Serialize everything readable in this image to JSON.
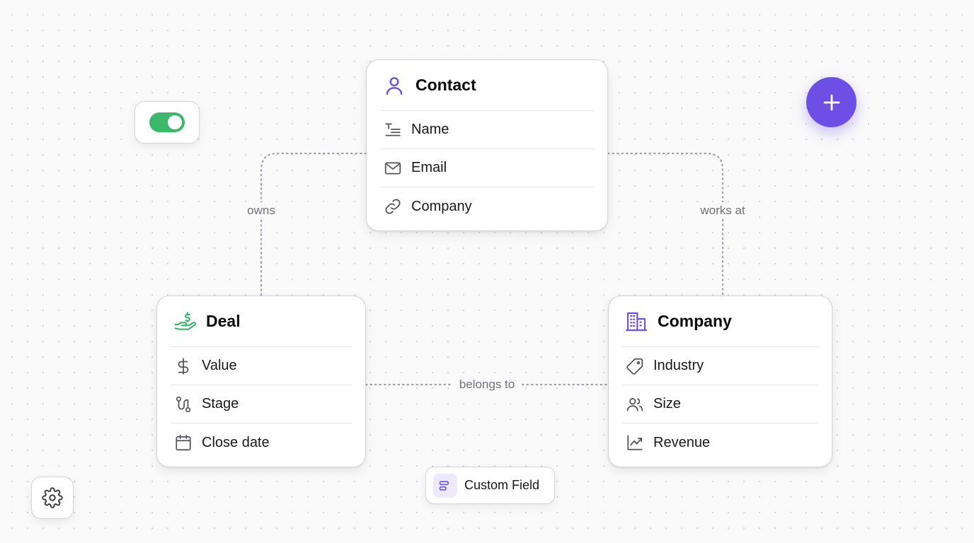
{
  "colors": {
    "accent": "#6d4fe6",
    "toggle_on": "#3bb86a",
    "deal_green": "#3bb86a",
    "entity_purple": "#6d4fe6",
    "connector": "#a1a1aa"
  },
  "toggle": {
    "state": "on"
  },
  "add_button": {
    "icon": "plus-icon"
  },
  "settings_button": {
    "icon": "gear-icon"
  },
  "connections": {
    "owns": "owns",
    "works_at": "works at",
    "belongs_to": "belongs to"
  },
  "contact": {
    "title": "Contact",
    "icon": "user-icon",
    "fields": [
      {
        "label": "Name",
        "icon": "text-icon"
      },
      {
        "label": "Email",
        "icon": "mail-icon"
      },
      {
        "label": "Company",
        "icon": "link-icon"
      }
    ]
  },
  "deal": {
    "title": "Deal",
    "icon": "hand-dollar-icon",
    "fields": [
      {
        "label": "Value",
        "icon": "dollar-icon"
      },
      {
        "label": "Stage",
        "icon": "route-icon"
      },
      {
        "label": "Close date",
        "icon": "calendar-icon"
      }
    ]
  },
  "company": {
    "title": "Company",
    "icon": "building-icon",
    "fields": [
      {
        "label": "Industry",
        "icon": "tag-icon"
      },
      {
        "label": "Size",
        "icon": "users-icon"
      },
      {
        "label": "Revenue",
        "icon": "trending-up-icon"
      }
    ]
  },
  "custom_field": {
    "label": "Custom Field",
    "icon": "custom-field-icon"
  }
}
